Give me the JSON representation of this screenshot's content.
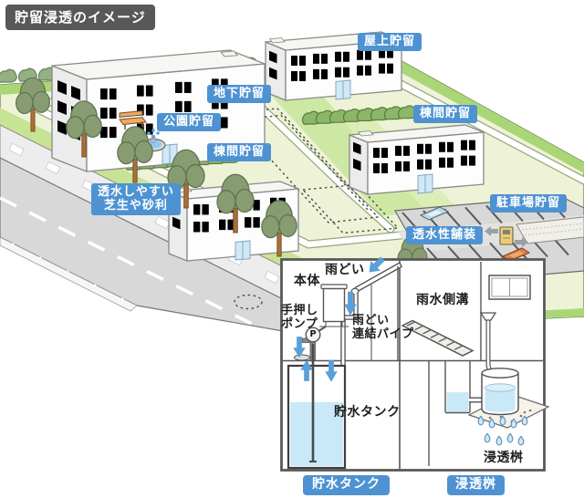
{
  "title": "貯留浸透のイメージ",
  "badges": {
    "rooftop": "屋上貯留",
    "underground": "地下貯留",
    "park": "公園貯留",
    "between_right": "棟間貯留",
    "between_mid": "棟間貯留",
    "lawn_line1": "透水しやすい",
    "lawn_line2": "芝生や砂利",
    "parking": "駐車場貯留",
    "pavement": "透水性舗装",
    "tank": "貯水タンク",
    "basin": "浸透桝"
  },
  "inset": {
    "rain_gutter": "雨どい",
    "body": "本体",
    "pump_line1": "手押し",
    "pump_line2": "ポンプ",
    "pump_symbol": "P",
    "pipe_line1": "雨どい",
    "pipe_line2": "連結パイプ",
    "tank": "貯水タンク",
    "ditch": "雨水側溝",
    "basin": "浸透桝"
  },
  "colors": {
    "badge_blue": "#4e92d2",
    "title_gray": "#595757",
    "arrow_blue": "#5b9fd8",
    "water_blue": "#c9e8f8",
    "site_green_edge": "#abd677",
    "site_green_pale": "#eef3d7",
    "road_gray": "#d8d8d8"
  }
}
